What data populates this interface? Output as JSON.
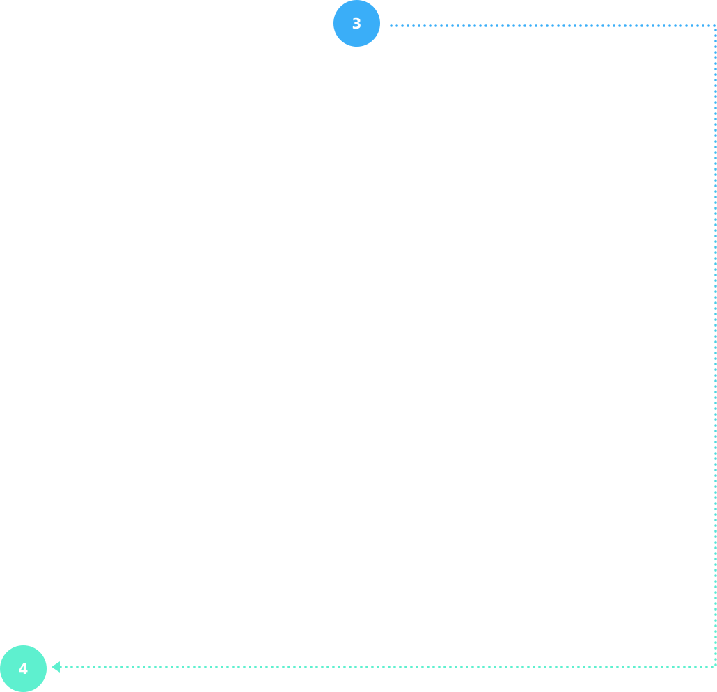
{
  "steps": [
    {
      "label": "3",
      "color": "#3aaef8"
    },
    {
      "label": "4",
      "color": "#5ef0cf"
    }
  ],
  "connector": {
    "start_color": "#3aaef8",
    "end_color": "#5ef0cf",
    "style": "dotted",
    "direction": "from-3-to-4"
  }
}
